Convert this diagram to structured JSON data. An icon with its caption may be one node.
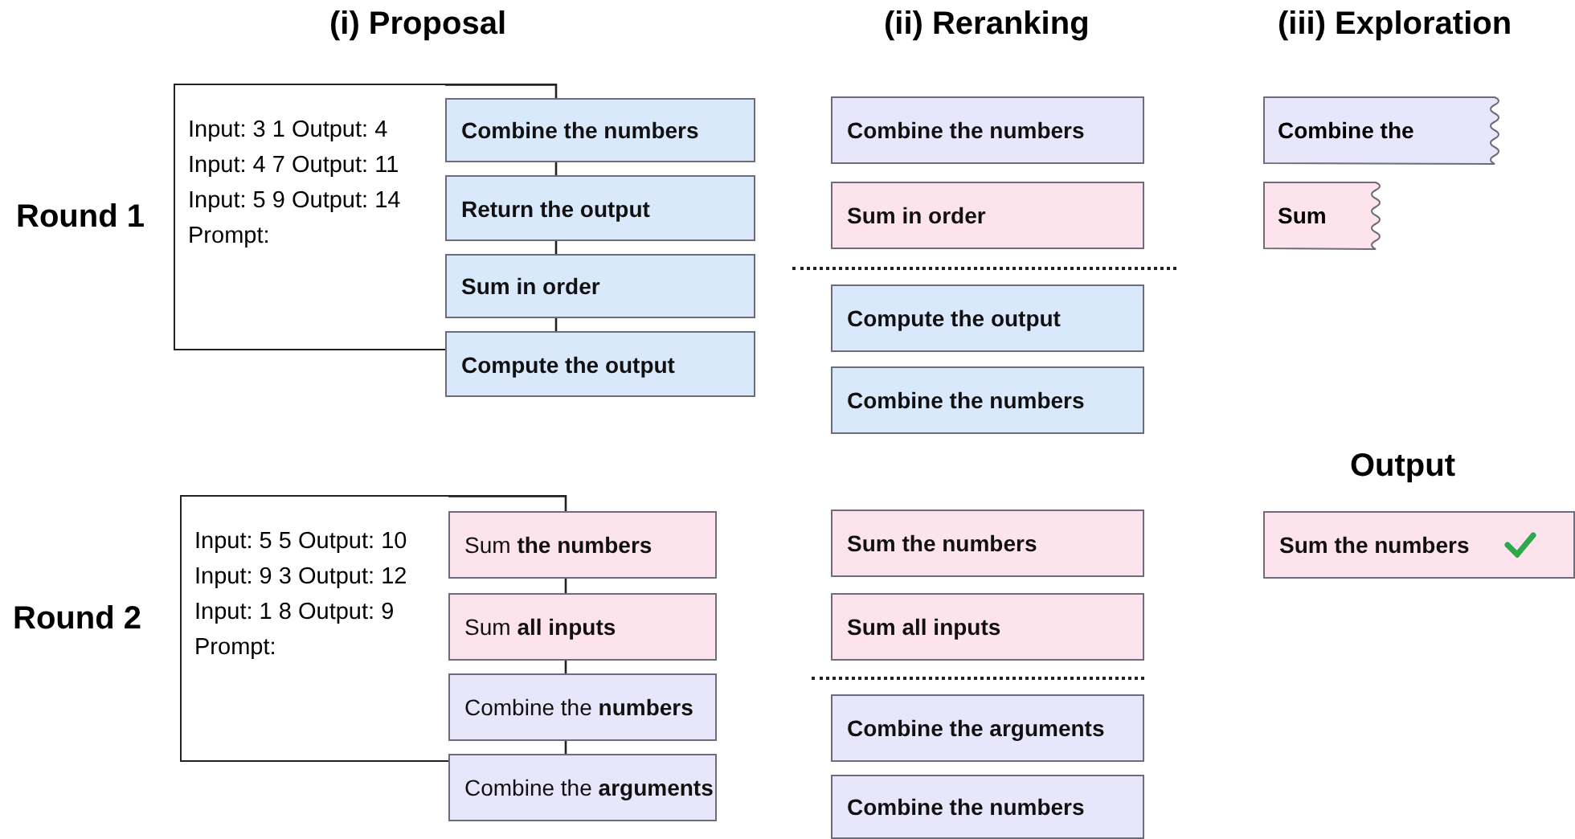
{
  "diagram": {
    "nodes": [
      {
        "text": [
          "Input: 3 1 Output: 4",
          "Input: 4 7 Output: 11",
          "Input: 5 9 Output: 14",
          "Prompt:"
        ]
      },
      {
        "text": [
          "Combine the numbers"
        ]
      },
      {
        "text": [
          "Return the output"
        ]
      },
      {
        "text": [
          "Sum in order"
        ]
      },
      {
        "text": [
          "Compute the output"
        ]
      },
      {
        "text": [
          "Combine the numbers"
        ]
      },
      {
        "text": [
          "Sum in order"
        ]
      },
      {
        "text": [
          "Compute the output"
        ]
      },
      {
        "text": [
          "Combine the numbers"
        ]
      },
      {
        "text": [
          "Combine the"
        ]
      },
      {
        "text": [
          "Sum"
        ]
      },
      {
        "text": [
          "Input: 5 5 Output: 10",
          "Input: 9 3 Output: 12",
          "Input: 1 8 Output: 9",
          "Prompt:"
        ]
      },
      {
        "text": [
          "Sum **the numbers**"
        ]
      },
      {
        "text": [
          "Sum **all inputs**"
        ]
      },
      {
        "text": [
          "Combine the **numbers**"
        ]
      },
      {
        "text": [
          "Combine the **arguments**"
        ]
      },
      {
        "text": [
          "Sum the numbers"
        ]
      },
      {
        "text": [
          "Sum all inputs"
        ]
      },
      {
        "text": [
          "Combine the arguments"
        ]
      },
      {
        "text": [
          "Combine the numbers"
        ]
      },
      {
        "text": [
          "Sum the numbers"
        ],
        "beside": [
          "Output"
        ]
      }
    ],
    "edges": [],
    "labels": [
      "(i) Proposal",
      "(ii) Reranking",
      "(iii) Exploration",
      "Round 1",
      "Round 2"
    ]
  }
}
